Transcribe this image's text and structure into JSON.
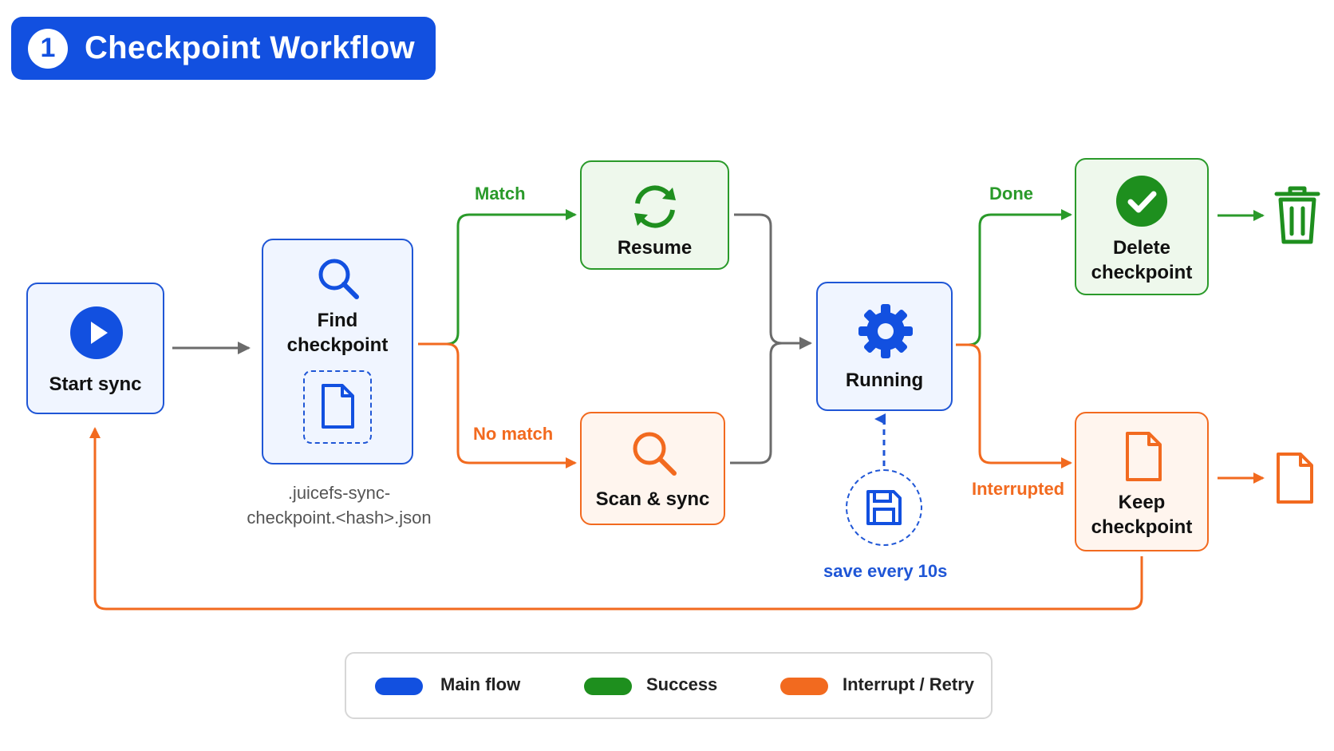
{
  "header": {
    "number": "1",
    "title": "Checkpoint Workflow"
  },
  "colors": {
    "blue": "#1f56d6",
    "green": "#2a9a2a",
    "orange": "#f26a1f",
    "gray": "#6b6b6b"
  },
  "nodes": {
    "start": {
      "label": "Start sync",
      "icon": "play-icon"
    },
    "find": {
      "label_line1": "Find",
      "label_line2": "checkpoint",
      "icon": "search-icon",
      "sub_icon": "file-icon"
    },
    "resume": {
      "label": "Resume",
      "icon": "refresh-icon"
    },
    "scan": {
      "label": "Scan & sync",
      "icon": "search-icon"
    },
    "running": {
      "label": "Running",
      "icon": "gear-icon"
    },
    "delete": {
      "label_line1": "Delete",
      "label_line2": "checkpoint",
      "icon": "check-circle-icon"
    },
    "keep": {
      "label_line1": "Keep",
      "label_line2": "checkpoint",
      "icon": "file-icon"
    }
  },
  "edges": {
    "match": "Match",
    "no_match": "No match",
    "done": "Done",
    "interrupted": "Interrupted"
  },
  "notes": {
    "checkpoint_file_line1": ".juicefs-sync-",
    "checkpoint_file_line2": "checkpoint.<hash>.json",
    "save_interval": "save every 10s",
    "save_icon": "floppy-disk-icon"
  },
  "end_icons": {
    "after_delete": "trash-icon",
    "after_keep": "file-icon"
  },
  "legend": [
    {
      "label": "Main flow",
      "color": "#1250e0"
    },
    {
      "label": "Success",
      "color": "#1e8f1e"
    },
    {
      "label": "Interrupt / Retry",
      "color": "#f26a1f"
    }
  ]
}
